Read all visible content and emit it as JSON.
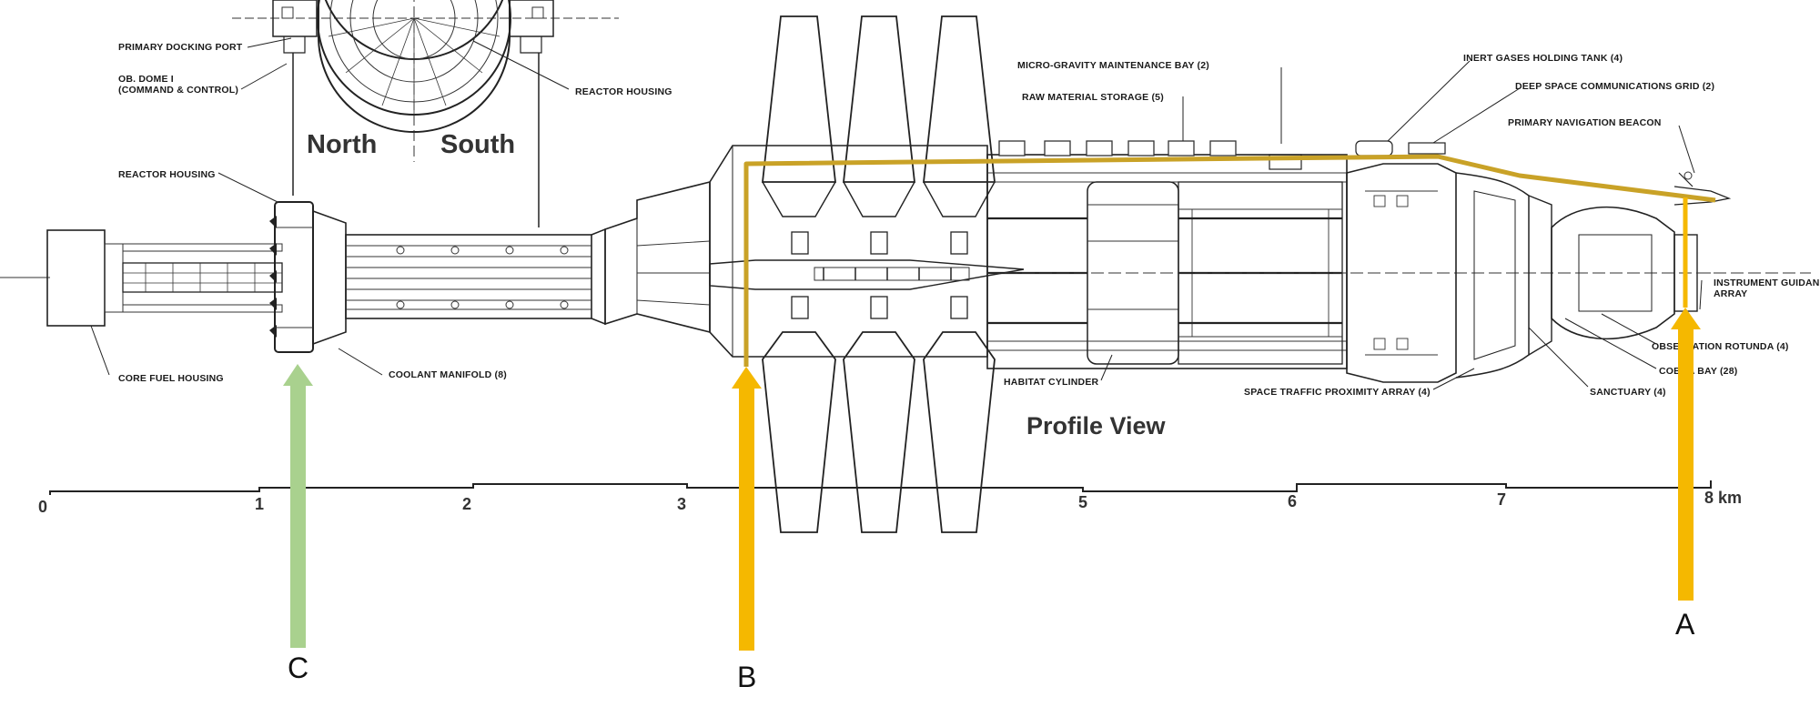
{
  "labels": {
    "primary_docking_port": "PRIMARY DOCKING PORT",
    "ob_dome_line1": "OB. DOME I",
    "ob_dome_line2": "(COMMAND & CONTROL)",
    "reactor_housing_top": "REACTOR HOUSING",
    "reactor_housing_left": "REACTOR HOUSING",
    "core_fuel_housing": "CORE FUEL HOUSING",
    "coolant_manifold": "COOLANT MANIFOLD (8)",
    "micro_gravity_bay": "MICRO-GRAVITY MAINTENANCE BAY (2)",
    "raw_material_storage": "RAW MATERIAL STORAGE (5)",
    "inert_gases_tank": "INERT GASES HOLDING TANK (4)",
    "deep_space_comms": "DEEP SPACE COMMUNICATIONS GRID (2)",
    "primary_nav_beacon": "PRIMARY NAVIGATION BEACON",
    "instrument_guidance_line1": "INSTRUMENT GUIDAN",
    "instrument_guidance_line2": "ARRAY",
    "observation_rotunda": "OBSERVATION ROTUNDA (4)",
    "cobra_bay": "COBRA BAY (28)",
    "sanctuary": "SANCTUARY (4)",
    "space_traffic_array": "SPACE TRAFFIC PROXIMITY ARRAY (4)",
    "habitat_cylinder": "HABITAT CYLINDER"
  },
  "section_labels": {
    "north": "North",
    "south": "South",
    "profile_view": "Profile View"
  },
  "scale": {
    "ticks": [
      "0",
      "1",
      "2",
      "3",
      "5",
      "6",
      "7"
    ],
    "end_label": "8 km"
  },
  "markers": {
    "a": "A",
    "b": "B",
    "c": "C"
  },
  "colors": {
    "gold_arrow": "#F5B800",
    "path_line": "#C9A227",
    "green_arrow": "#A9D18E",
    "ink": "#222222"
  }
}
